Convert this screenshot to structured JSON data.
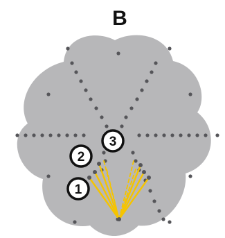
{
  "panel_label": "B",
  "colors": {
    "background": "#ffffff",
    "plate_fill": "#b7b7b9",
    "hole_fill": "#555559",
    "fiber_stroke": "#f5c400",
    "badge_fill": "#ffffff",
    "badge_stroke": "#111111"
  },
  "badges": [
    {
      "label": "1"
    },
    {
      "label": "2"
    },
    {
      "label": "3"
    }
  ],
  "fiber_styles": [
    "solid",
    "dashed"
  ]
}
